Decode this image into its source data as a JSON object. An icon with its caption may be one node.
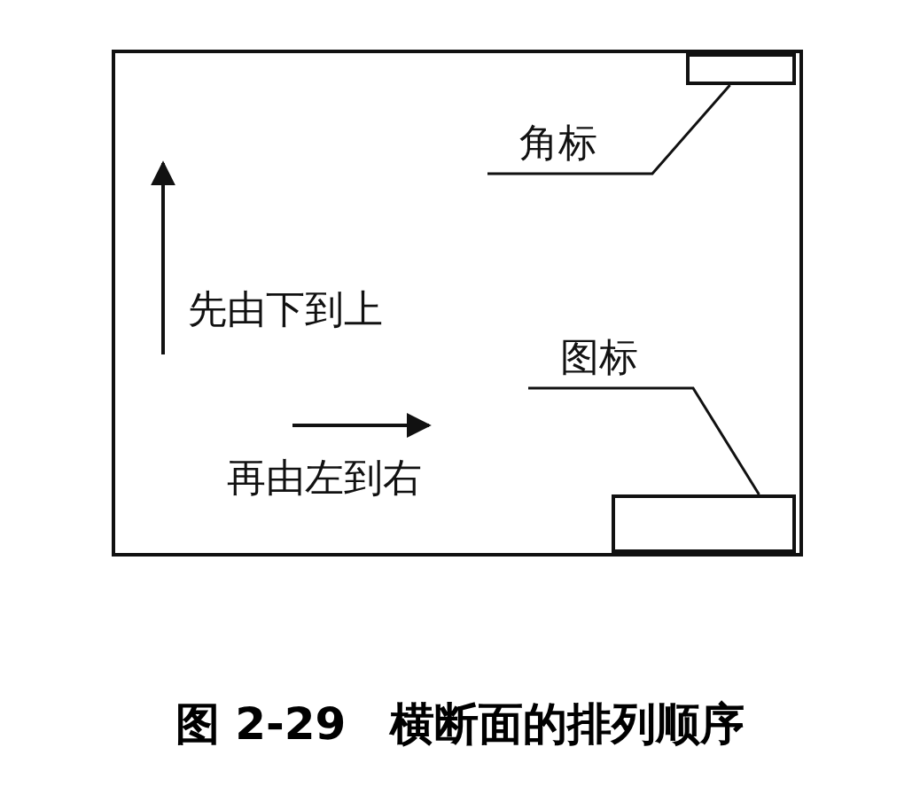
{
  "diagram": {
    "caption": "图 2-29　横断面的排列顺序",
    "nodes": [
      {
        "text": [],
        "shape": "box"
      },
      {
        "text": [],
        "shape": "box",
        "in": 0
      },
      {
        "text": [],
        "shape": "box",
        "in": 0
      },
      {
        "text": [
          "角标"
        ],
        "in": 0
      },
      {
        "text": [
          "图标"
        ],
        "in": 0
      }
    ],
    "edges": [
      {
        "from": 3,
        "to": 1,
        "arrow": "none"
      },
      {
        "from": 4,
        "to": 2,
        "arrow": "none"
      }
    ],
    "labels": [
      "先由下到上",
      "再由左到右"
    ]
  }
}
